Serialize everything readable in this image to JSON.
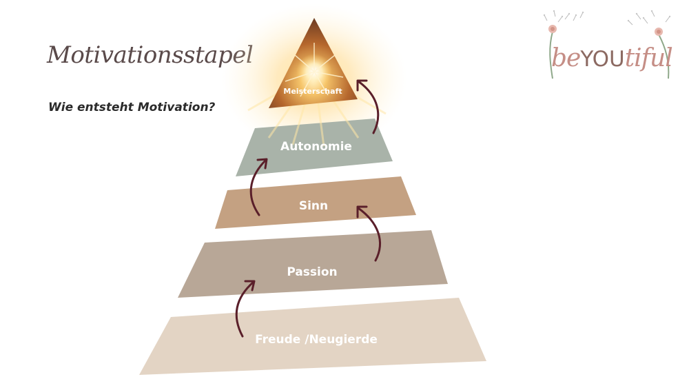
{
  "header": {
    "title": "Motivationsstapel",
    "subtitle": "Wie entsteht Motivation?"
  },
  "logo": {
    "part1": "be",
    "part2": "YOU",
    "part3": "tiful"
  },
  "pyramid": {
    "levels": [
      {
        "label": "Meisterschaft",
        "color": "#9a5a2c"
      },
      {
        "label": "Autonomie",
        "color": "#a9b3a9"
      },
      {
        "label": "Sinn",
        "color": "#c4a182"
      },
      {
        "label": "Passion",
        "color": "#b8a797"
      },
      {
        "label": "Freude /Neugierde",
        "color": "#e3d4c4"
      }
    ],
    "arrow_color": "#5a1f2a",
    "glow_color": "#ffd27a"
  }
}
